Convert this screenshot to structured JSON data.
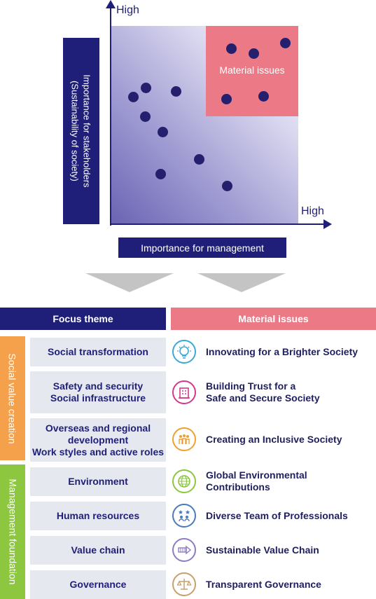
{
  "matrix": {
    "y_high": "High",
    "x_high": "High",
    "y_label_line1": "Importance for stakeholders",
    "y_label_line2": "(Sustainability of society)",
    "x_label": "Importance for management",
    "material_label": "Material issues"
  },
  "table": {
    "focus_header": "Focus theme",
    "material_header": "Material issues",
    "group_social": "Social value creation",
    "group_mgmt": "Management foundation",
    "focus": {
      "f1": "Social transformation",
      "f2a": "Safety and security",
      "f2b": "Social infrastructure",
      "f3a": "Overseas and regional",
      "f3b": "development",
      "f3c": "Work styles and active roles",
      "f4": "Environment",
      "f5": "Human resources",
      "f6": "Value chain",
      "f7": "Governance"
    },
    "issues": {
      "m1": "Innovating for a Brighter Society",
      "m2a": "Building Trust for a",
      "m2b": "Safe and Secure Society",
      "m3": "Creating an Inclusive Society",
      "m4a": "Global Environmental",
      "m4b": "Contributions",
      "m5": "Diverse Team of Professionals",
      "m6": "Sustainable Value Chain",
      "m7": "Transparent Governance"
    }
  },
  "colors": {
    "navy": "#1f1f7a",
    "pink": "#ec7a86",
    "orange": "#f5a14b",
    "green": "#8dc63f",
    "icon_cyan": "#3aa9d6",
    "icon_magenta": "#d6378e",
    "icon_orange": "#f0a030",
    "icon_green": "#8dc63f",
    "icon_blue": "#4a7ac0",
    "icon_purple": "#8e7cc3",
    "icon_gold": "#c8a06a"
  }
}
